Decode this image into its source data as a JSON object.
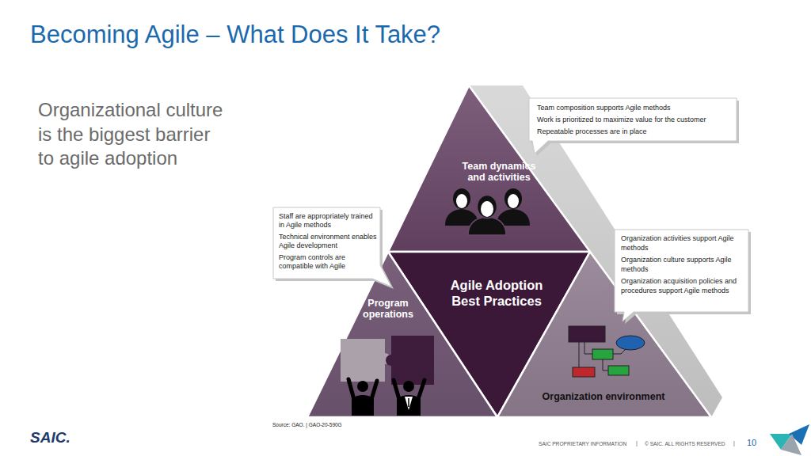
{
  "diagram": {
    "title": "Becoming Agile – What Does It Take?",
    "nodes": [
      {
        "text": [
          "Team dynamics and activities"
        ]
      },
      {
        "text": [
          "Team composition supports Agile methods",
          "Work is prioritized to maximize value for the customer",
          "Repeatable processes are in place"
        ]
      },
      {
        "text": [
          "Staff are appropriately trained in Agile methods",
          "Technical environment enables Agile development",
          "Program controls are compatible with Agile"
        ]
      },
      {
        "text": [
          "Agile Adoption Best Practices"
        ]
      },
      {
        "text": [
          "Organization activities support Agile methods",
          "Organization culture supports Agile methods",
          "Organization acquisition policies and procedures support Agile methods"
        ]
      },
      {
        "text": [
          "Program operations"
        ]
      },
      {
        "text": [
          "Organization environment"
        ]
      }
    ],
    "labels": [
      "Organizational culture is the biggest barrier to agile adoption",
      "Source: GAO. | GAO-20-590G",
      "SAIC.",
      "SAIC PROPRIETARY INFORMATION",
      "|",
      "© SAIC. ALL RIGHTS RESERVED",
      "|",
      "10"
    ]
  }
}
